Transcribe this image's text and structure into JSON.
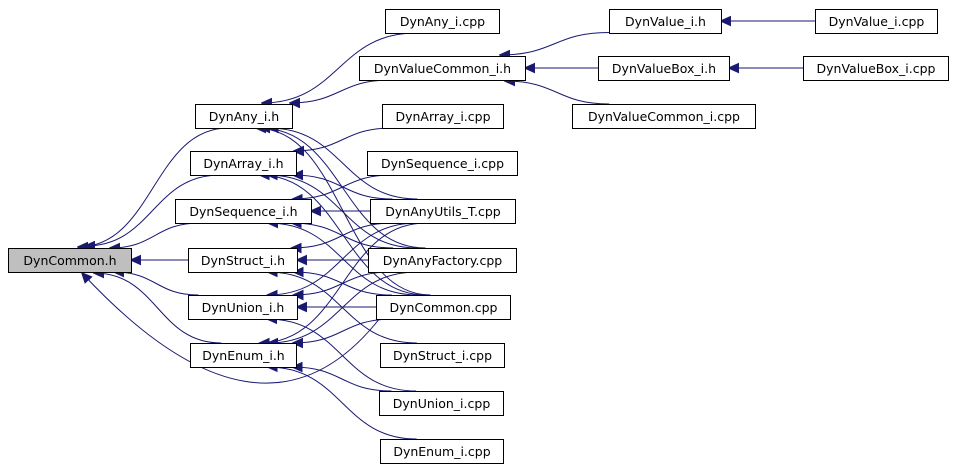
{
  "diagram": {
    "nodes": {
      "dyncommon_h": "DynCommon.h",
      "dynany_i_h": "DynAny_i.h",
      "dynarray_i_h": "DynArray_i.h",
      "dynsequence_i_h": "DynSequence_i.h",
      "dynstruct_i_h": "DynStruct_i.h",
      "dynunion_i_h": "DynUnion_i.h",
      "dynenum_i_h": "DynEnum_i.h",
      "dynany_i_cpp": "DynAny_i.cpp",
      "dynvaluecommon_i_h": "DynValueCommon_i.h",
      "dynarray_i_cpp": "DynArray_i.cpp",
      "dynsequence_i_cpp": "DynSequence_i.cpp",
      "dynanyutils_t_cpp": "DynAnyUtils_T.cpp",
      "dynanyfactory_cpp": "DynAnyFactory.cpp",
      "dyncommon_cpp": "DynCommon.cpp",
      "dynstruct_i_cpp": "DynStruct_i.cpp",
      "dynunion_i_cpp": "DynUnion_i.cpp",
      "dynenum_i_cpp": "DynEnum_i.cpp",
      "dynvalue_i_h": "DynValue_i.h",
      "dynvaluebox_i_h": "DynValueBox_i.h",
      "dynvaluecommon_i_cpp": "DynValueCommon_i.cpp",
      "dynvalue_i_cpp": "DynValue_i.cpp",
      "dynvaluebox_i_cpp": "DynValueBox_i.cpp"
    },
    "edges": [
      [
        "dynany_i_h",
        "dyncommon_h"
      ],
      [
        "dynarray_i_h",
        "dyncommon_h"
      ],
      [
        "dynsequence_i_h",
        "dyncommon_h"
      ],
      [
        "dynstruct_i_h",
        "dyncommon_h"
      ],
      [
        "dynunion_i_h",
        "dyncommon_h"
      ],
      [
        "dynenum_i_h",
        "dyncommon_h"
      ],
      [
        "dyncommon_cpp",
        "dyncommon_h"
      ],
      [
        "dynany_i_cpp",
        "dynany_i_h"
      ],
      [
        "dynvaluecommon_i_h",
        "dynany_i_h"
      ],
      [
        "dynanyutils_t_cpp",
        "dynany_i_h"
      ],
      [
        "dynanyfactory_cpp",
        "dynany_i_h"
      ],
      [
        "dyncommon_cpp",
        "dynany_i_h"
      ],
      [
        "dynarray_i_cpp",
        "dynarray_i_h"
      ],
      [
        "dynanyutils_t_cpp",
        "dynarray_i_h"
      ],
      [
        "dynanyfactory_cpp",
        "dynarray_i_h"
      ],
      [
        "dyncommon_cpp",
        "dynarray_i_h"
      ],
      [
        "dynsequence_i_cpp",
        "dynsequence_i_h"
      ],
      [
        "dynanyutils_t_cpp",
        "dynsequence_i_h"
      ],
      [
        "dynanyfactory_cpp",
        "dynsequence_i_h"
      ],
      [
        "dyncommon_cpp",
        "dynsequence_i_h"
      ],
      [
        "dynanyutils_t_cpp",
        "dynstruct_i_h"
      ],
      [
        "dynanyfactory_cpp",
        "dynstruct_i_h"
      ],
      [
        "dyncommon_cpp",
        "dynstruct_i_h"
      ],
      [
        "dynstruct_i_cpp",
        "dynstruct_i_h"
      ],
      [
        "dynanyutils_t_cpp",
        "dynunion_i_h"
      ],
      [
        "dynanyfactory_cpp",
        "dynunion_i_h"
      ],
      [
        "dyncommon_cpp",
        "dynunion_i_h"
      ],
      [
        "dynunion_i_cpp",
        "dynunion_i_h"
      ],
      [
        "dynanyutils_t_cpp",
        "dynenum_i_h"
      ],
      [
        "dynanyfactory_cpp",
        "dynenum_i_h"
      ],
      [
        "dyncommon_cpp",
        "dynenum_i_h"
      ],
      [
        "dynunion_i_cpp",
        "dynenum_i_h"
      ],
      [
        "dynenum_i_cpp",
        "dynenum_i_h"
      ],
      [
        "dynvalue_i_h",
        "dynvaluecommon_i_h"
      ],
      [
        "dynvaluebox_i_h",
        "dynvaluecommon_i_h"
      ],
      [
        "dynvaluecommon_i_cpp",
        "dynvaluecommon_i_h"
      ],
      [
        "dynvalue_i_cpp",
        "dynvalue_i_h"
      ],
      [
        "dynvaluebox_i_cpp",
        "dynvaluebox_i_h"
      ]
    ],
    "colors": {
      "edge": "#191970",
      "root_fill": "#bfbfbf",
      "node_fill": "#ffffff",
      "node_border": "#000000"
    }
  }
}
